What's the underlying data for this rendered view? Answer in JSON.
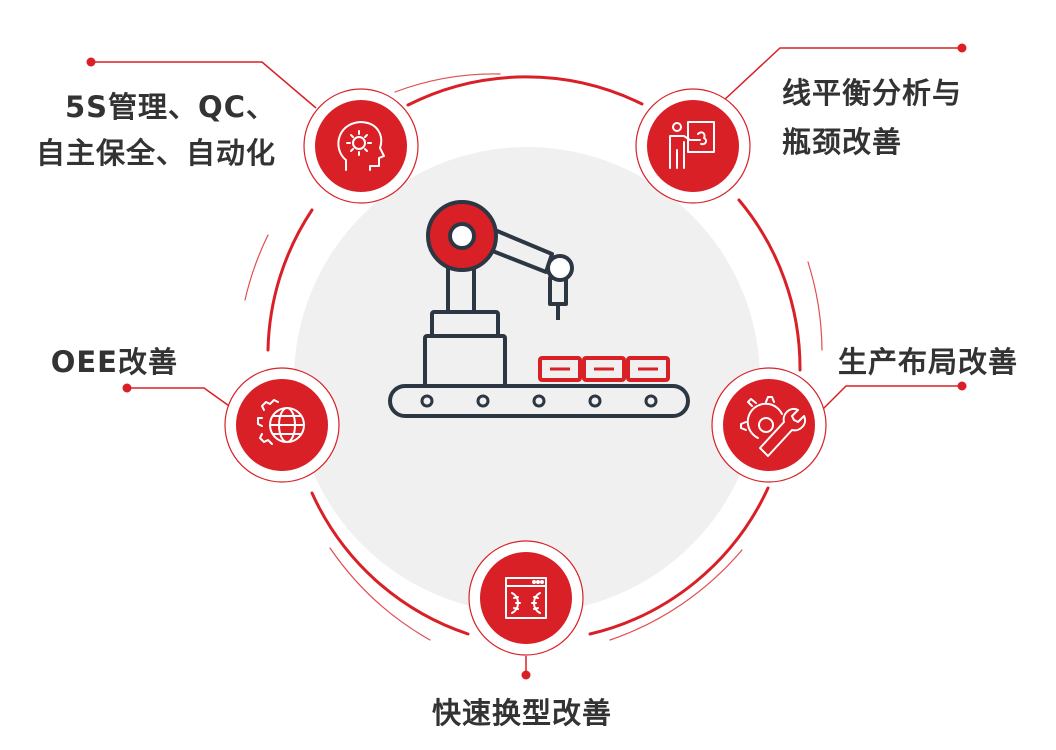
{
  "center": {
    "icon": "robot-arm-conveyor-icon"
  },
  "nodes": [
    {
      "id": "5s",
      "label_lines": [
        "5S管理、QC、",
        "自主保全、自动化"
      ],
      "icon": "head-gear-icon"
    },
    {
      "id": "line",
      "label_lines": [
        "线平衡分析与",
        "瓶颈改善"
      ],
      "icon": "presenter-board-icon"
    },
    {
      "id": "oee",
      "label": "OEE改善",
      "icon": "globe-gear-icon"
    },
    {
      "id": "layout",
      "label": "生产布局改善",
      "icon": "gear-wrench-icon"
    },
    {
      "id": "smed",
      "label": "快速换型改善",
      "icon": "window-gears-icon"
    }
  ],
  "colors": {
    "accent": "#d92027",
    "dark": "#2d3743",
    "bg_circle": "#f0f0f0",
    "text": "#333333"
  }
}
